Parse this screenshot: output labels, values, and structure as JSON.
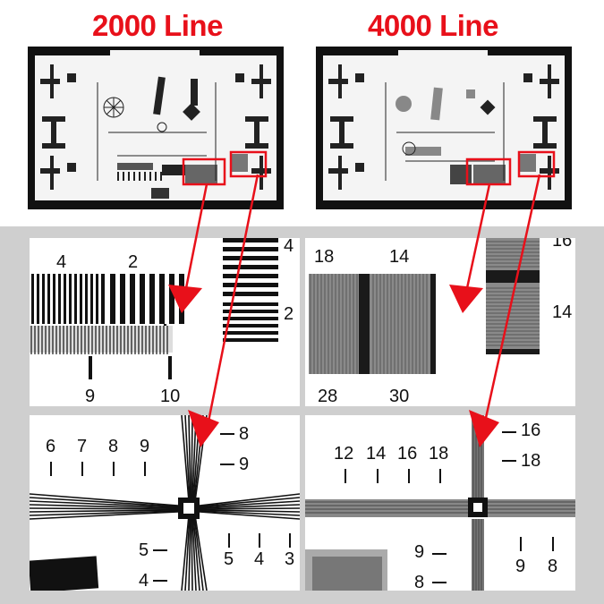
{
  "headings": {
    "left": "2000 Line",
    "right": "4000 Line"
  },
  "colors": {
    "heading": "#e8101a",
    "arrow": "#e8101a",
    "background_bottom": "#cfcfcf"
  },
  "zoom_panels": {
    "top_left": {
      "labels_top": [
        "4",
        "2"
      ],
      "labels_right": [
        "4",
        "2"
      ],
      "labels_bottom": [
        "9",
        "10"
      ]
    },
    "top_right": {
      "labels_top": [
        "18",
        "14"
      ],
      "labels_right": [
        "16",
        "14"
      ],
      "labels_bottom": [
        "28",
        "30"
      ]
    },
    "bottom_left": {
      "labels_top": [
        "6",
        "7",
        "8",
        "9"
      ],
      "labels_right": [
        "8",
        "9"
      ],
      "labels_left_bottom": [
        "5",
        "4"
      ],
      "labels_bottom": [
        "5",
        "4",
        "3"
      ]
    },
    "bottom_right": {
      "labels_top": [
        "12",
        "14",
        "16",
        "18"
      ],
      "labels_right": [
        "16",
        "18"
      ],
      "labels_left_bottom": [
        "9",
        "8"
      ],
      "labels_bottom": [
        "9",
        "8"
      ]
    }
  }
}
